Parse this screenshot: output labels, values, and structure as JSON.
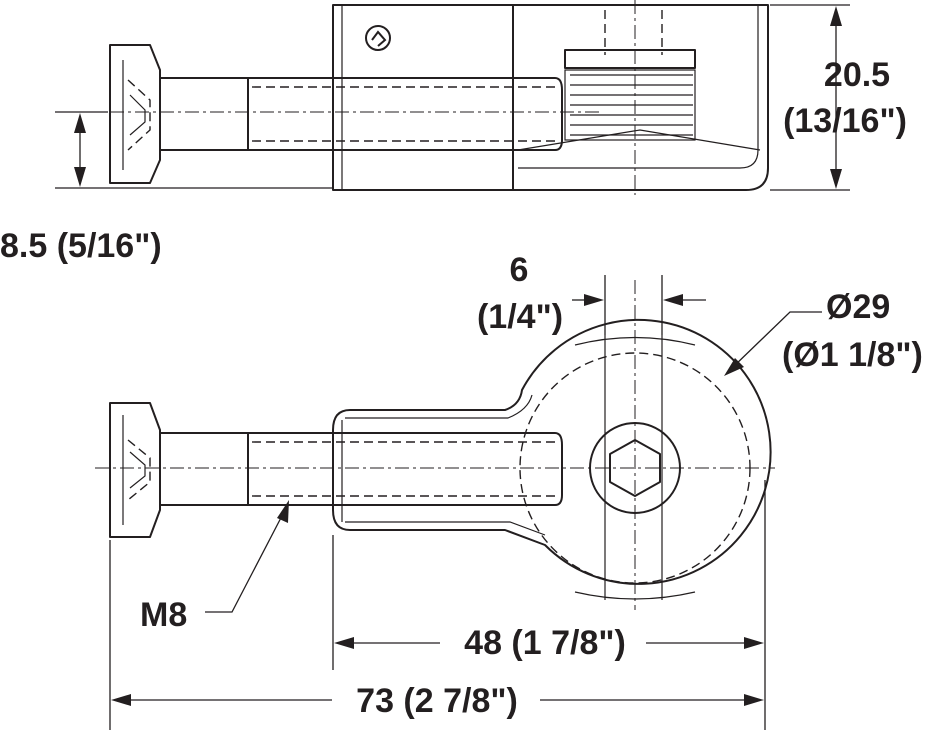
{
  "figure": {
    "dimensions": {
      "height_connector": "20.5",
      "height_connector_inch": "(13/16\")",
      "bolt_offset": "8.5 (5/16\")",
      "slot_width": "6",
      "slot_width_inch": "(1/4\")",
      "diameter": "Ø29",
      "diameter_inch": "(Ø1 1/8\")",
      "thread": "M8",
      "housing_length": "48 (1 7/8\")",
      "total_length": "73 (2 7/8\")"
    },
    "colors": {
      "line": "#231f20",
      "background": "#ffffff"
    },
    "icons": {
      "logo": "hafele-logo-icon"
    }
  }
}
